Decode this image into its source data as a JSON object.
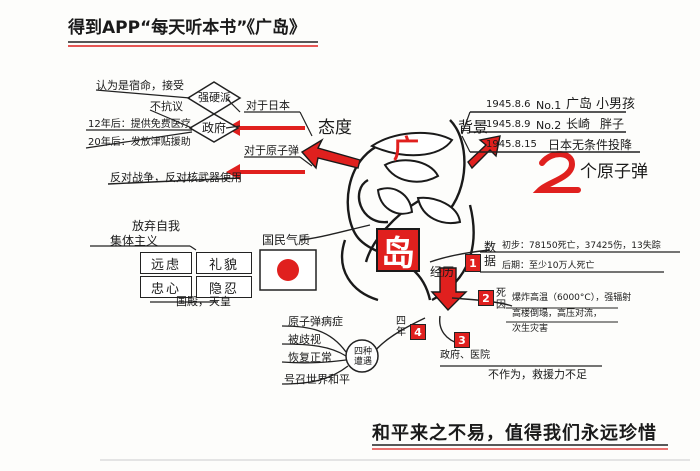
{
  "header": {
    "app_title": "得到APP“每天听本书”",
    "book_title": "《广岛》"
  },
  "center": {
    "title_top": "广",
    "title_bottom": "岛"
  },
  "attitude": {
    "label": "态度",
    "toward_japan": "对于日本",
    "toward_bomb": "对于原子弹",
    "japan_nodes": {
      "hawks": "强硬派",
      "government": "政府",
      "hawks_detail": "认为是宿命，接受",
      "no_protest": "不抗议",
      "twelve_years": "12年后：提供免费医疗",
      "twenty_years": "20年后：发放津贴援助"
    },
    "bomb_detail": "反对战争，反对核武器使用"
  },
  "background": {
    "label": "背景",
    "rows": [
      {
        "date": "1945.8.6",
        "num": "No.1",
        "place": "广岛",
        "bomb": "小男孩"
      },
      {
        "date": "1945.8.9",
        "num": "No.2",
        "place": "长崎",
        "bomb": "胖子"
      },
      {
        "date": "1945.8.15",
        "num": "",
        "place": "日本无条件投降",
        "bomb": ""
      }
    ],
    "count_numeral": "2",
    "count_label": "个原子弹"
  },
  "national_character": {
    "label": "国民气质",
    "give_up_self": "放弃自我",
    "collectivism": "集体主义",
    "traits": [
      "远虑",
      "礼貌",
      "忠心",
      "隐忍"
    ],
    "emperor": "国殿，天皇"
  },
  "experience": {
    "label": "经历",
    "items": [
      {
        "num": "1",
        "title": "数据",
        "lines": [
          "初步：78150死亡，37425伤，13失踪",
          "后期：至少10万人死亡"
        ]
      },
      {
        "num": "2",
        "title": "死因",
        "lines": [
          "爆炸高温（6000°C），强辐射",
          "高楼倒塌，高压对流，",
          "次生灾害"
        ]
      },
      {
        "num": "3",
        "title": "",
        "lines": [
          "政府、医院",
          "不作为，救援力不足"
        ]
      },
      {
        "num": "4",
        "title": "四种遭遇",
        "lines": [
          "原子弹病症",
          "被歧视",
          "恢复正常",
          "号召世界和平"
        ]
      }
    ],
    "fourth_year": "四年"
  },
  "footer": {
    "quote": "和平来之不易，值得我们永远珍惜"
  },
  "colors": {
    "accent": "#e0201e",
    "ink": "#1a1a1a"
  }
}
